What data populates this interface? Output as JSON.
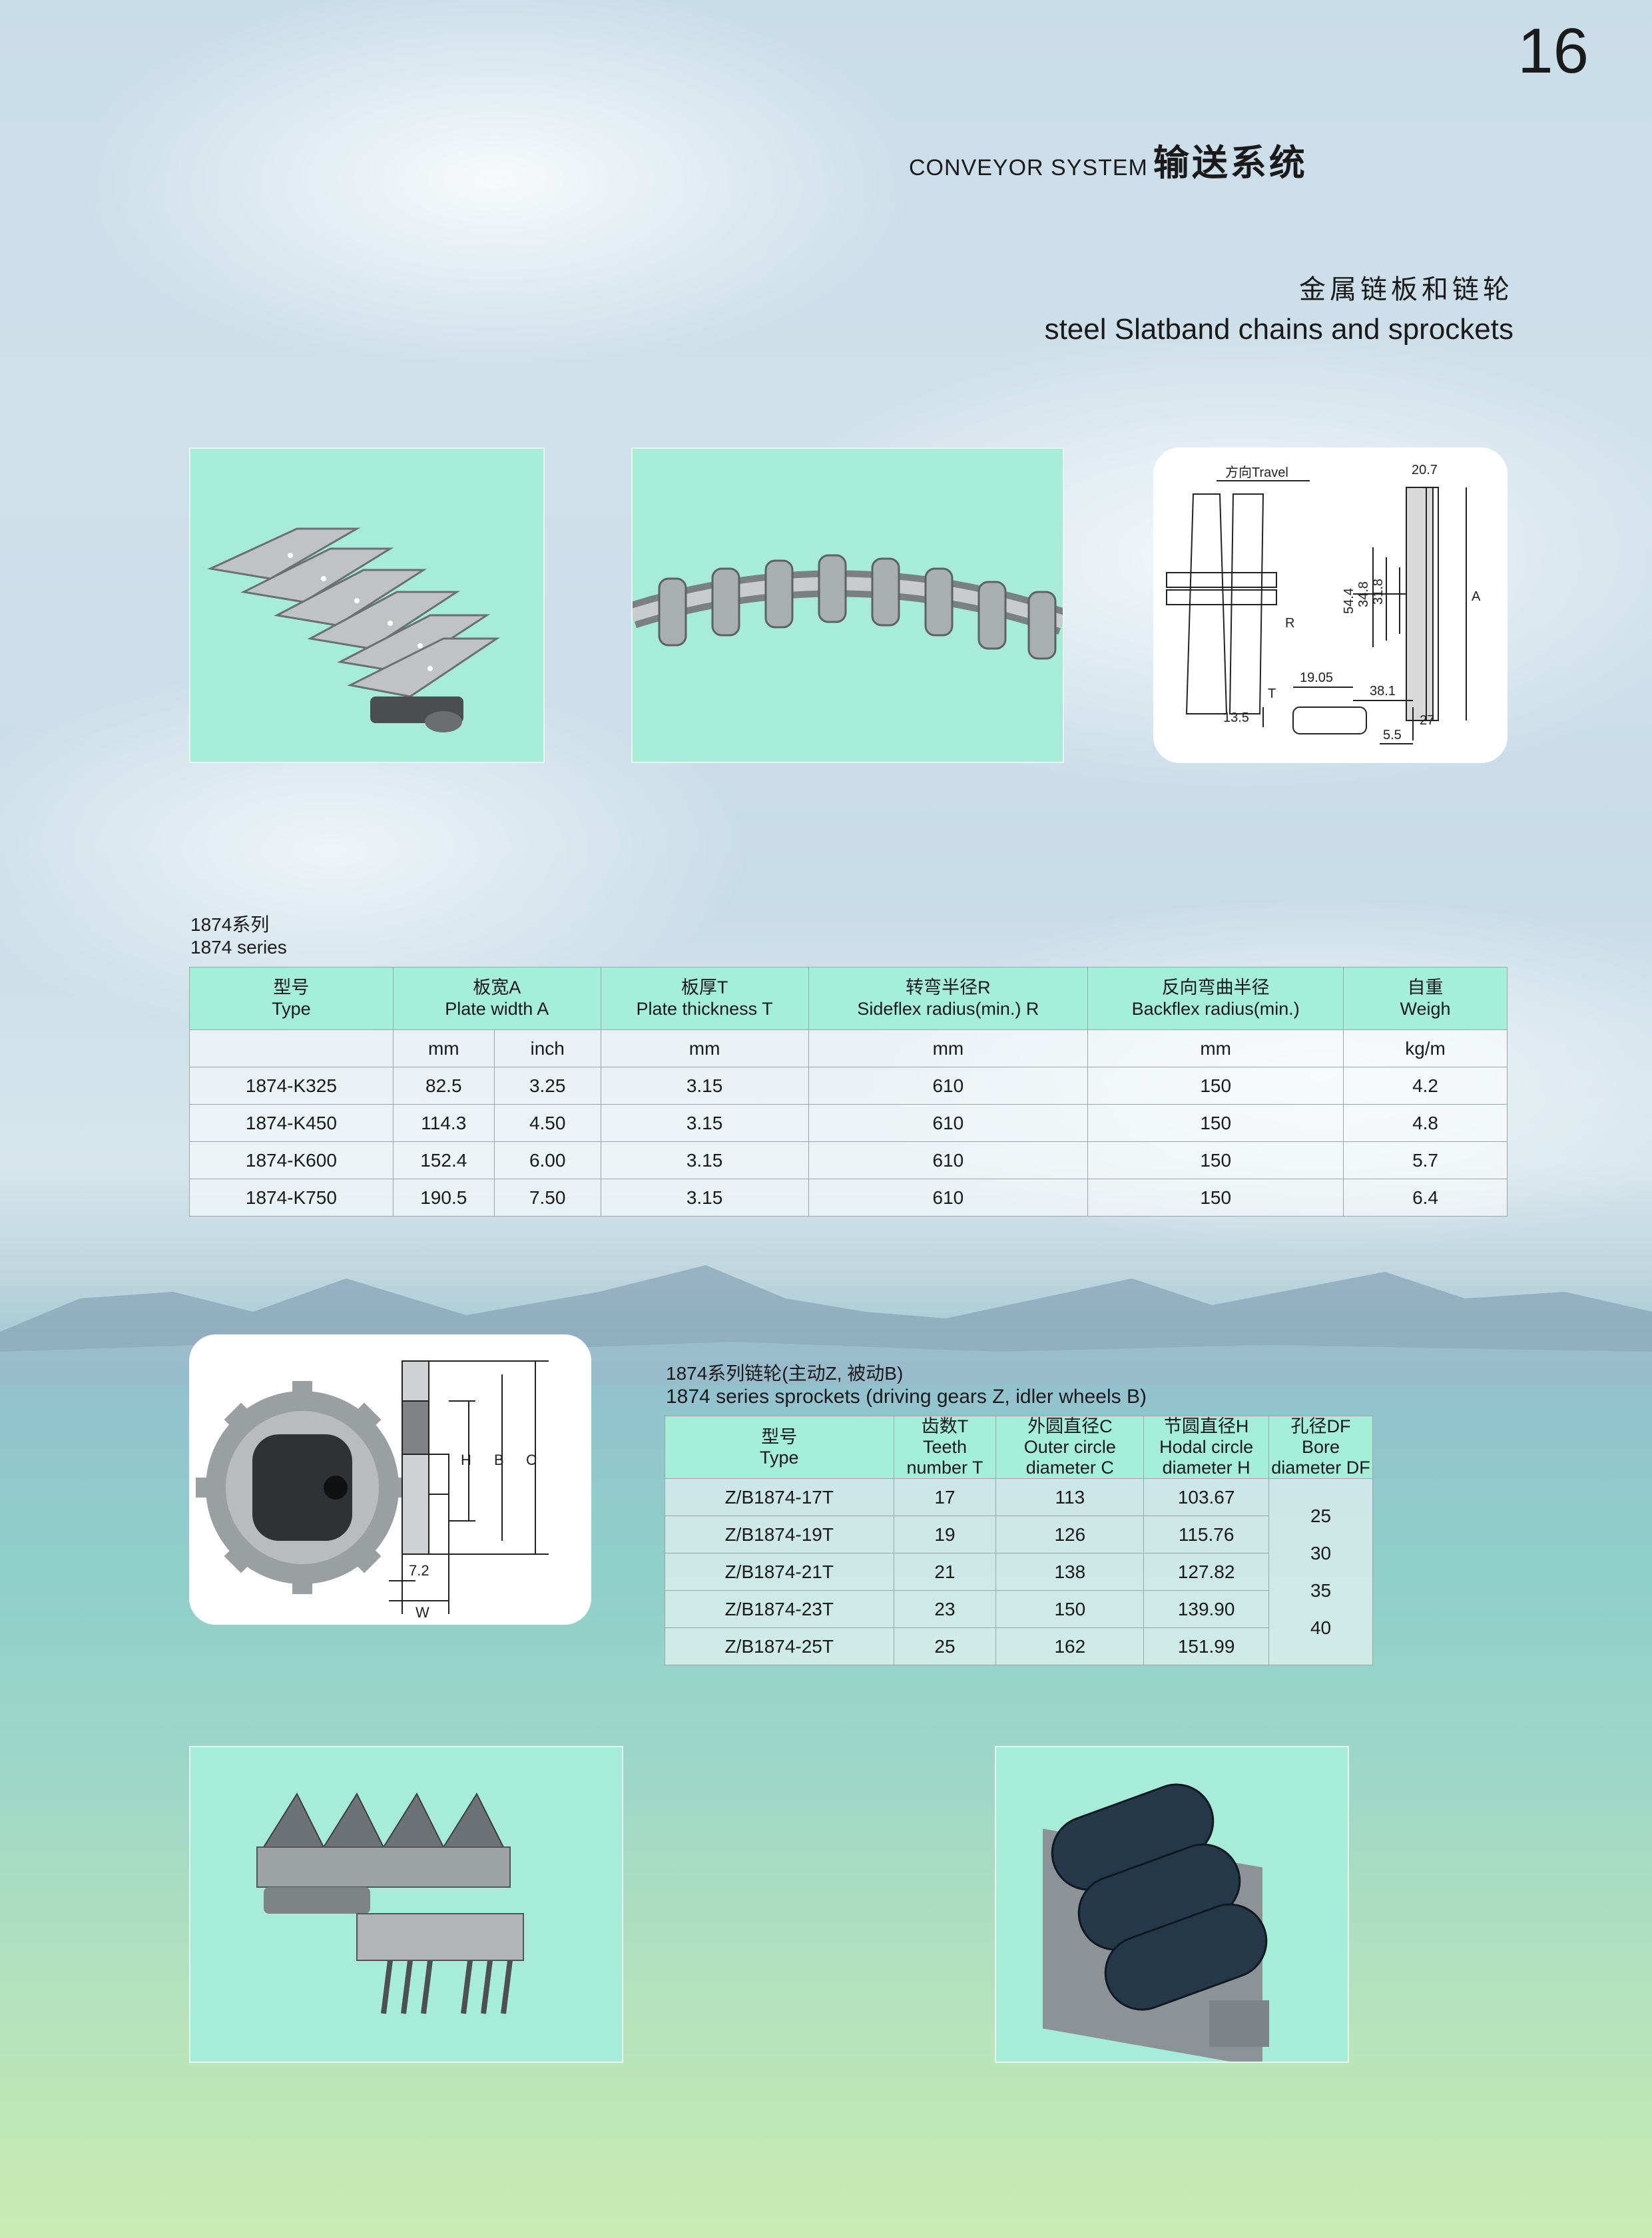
{
  "page_number": "16",
  "header": {
    "en": "CONVEYOR SYSTEM",
    "cn": "输送系统"
  },
  "subtitle": {
    "cn": "金属链板和链轮",
    "en": "steel Slatband chains and sprockets"
  },
  "drawing_chain": {
    "travel": "方向Travel",
    "dims": [
      "20.7",
      "54.4",
      "34.8",
      "31.8",
      "A",
      "R",
      "19.05",
      "T",
      "38.1",
      "13.5",
      "27",
      "5.5"
    ]
  },
  "table1": {
    "caption_cn": "1874系列",
    "caption_en": "1874 series",
    "headers": [
      {
        "cn": "型号",
        "en": "Type"
      },
      {
        "cn": "板宽A",
        "en": "Plate width A"
      },
      {
        "cn": "板厚T",
        "en": "Plate thickness T"
      },
      {
        "cn": "转弯半径R",
        "en": "Sideflex  radius(min.) R"
      },
      {
        "cn": "反向弯曲半径",
        "en": "Backflex radius(min.)"
      },
      {
        "cn": "自重",
        "en": "Weigh"
      }
    ],
    "units": {
      "a_mm": "mm",
      "a_inch": "inch",
      "t": "mm",
      "r": "mm",
      "b": "mm",
      "w": "kg/m"
    },
    "rows": [
      {
        "type": "1874-K325",
        "mm": "82.5",
        "inch": "3.25",
        "t": "3.15",
        "r": "610",
        "b": "150",
        "w": "4.2"
      },
      {
        "type": "1874-K450",
        "mm": "114.3",
        "inch": "4.50",
        "t": "3.15",
        "r": "610",
        "b": "150",
        "w": "4.8"
      },
      {
        "type": "1874-K600",
        "mm": "152.4",
        "inch": "6.00",
        "t": "3.15",
        "r": "610",
        "b": "150",
        "w": "5.7"
      },
      {
        "type": "1874-K750",
        "mm": "190.5",
        "inch": "7.50",
        "t": "3.15",
        "r": "610",
        "b": "150",
        "w": "6.4"
      }
    ]
  },
  "drawing_sprocket": {
    "dims": [
      "H",
      "B",
      "C",
      "7.2",
      "W"
    ]
  },
  "table2": {
    "caption_cn": "1874系列链轮(主动Z, 被动B)",
    "caption_en": "1874 series sprockets (driving gears Z, idler wheels B)",
    "headers": [
      {
        "l1": "型号",
        "l2": "Type",
        "l3": ""
      },
      {
        "l1": "齿数T",
        "l2": "Teeth",
        "l3": "number T"
      },
      {
        "l1": "外圆直径C",
        "l2": "Outer circle",
        "l3": "diameter C"
      },
      {
        "l1": "节圆直径H",
        "l2": "Hodal circle",
        "l3": "diameter H"
      },
      {
        "l1": "孔径DF",
        "l2": "Bore",
        "l3": "diameter DF"
      }
    ],
    "rows": [
      {
        "type": "Z/B1874-17T",
        "teeth": "17",
        "outer": "113",
        "pitch": "103.67"
      },
      {
        "type": "Z/B1874-19T",
        "teeth": "19",
        "outer": "126",
        "pitch": "115.76"
      },
      {
        "type": "Z/B1874-21T",
        "teeth": "21",
        "outer": "138",
        "pitch": "127.82"
      },
      {
        "type": "Z/B1874-23T",
        "teeth": "23",
        "outer": "150",
        "pitch": "139.90"
      },
      {
        "type": "Z/B1874-25T",
        "teeth": "25",
        "outer": "162",
        "pitch": "151.99"
      }
    ],
    "bores": [
      "25",
      "30",
      "35",
      "40"
    ]
  },
  "colors": {
    "panel": "#a6ecd6",
    "header_cell": "#a5eed8",
    "chain_metal": "#9aa0a2",
    "dark_roller": "#25384a"
  }
}
